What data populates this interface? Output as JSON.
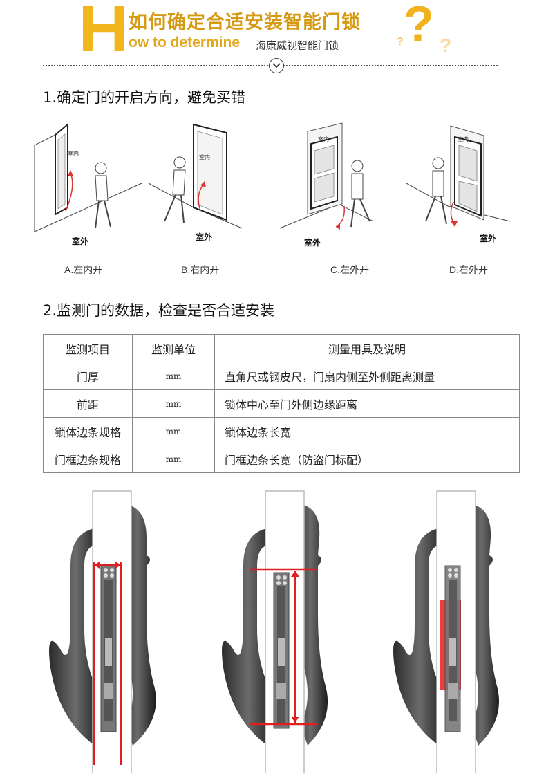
{
  "header": {
    "title_cn": "如何确定合适安装智能门锁",
    "title_letter": "H",
    "title_en": "ow to determine",
    "subtitle": "海康威视智能门锁"
  },
  "section1": {
    "heading": "1.确定门的开启方向，避免买错",
    "doors": [
      {
        "caption": "A.左内开",
        "inside": "室内",
        "outside": "室外"
      },
      {
        "caption": "B.右内开",
        "inside": "室内",
        "outside": "室外"
      },
      {
        "caption": "C.左外开",
        "inside": "室内",
        "outside": "室外"
      },
      {
        "caption": "D.右外开",
        "inside": "室内",
        "outside": "室外"
      }
    ]
  },
  "section2": {
    "heading": "2.监测门的数据，检查是否合适安装",
    "table": {
      "headers": [
        "监测项目",
        "监测单位",
        "测量用具及说明"
      ],
      "rows": [
        [
          "门厚",
          "mm",
          "直角尺或钢皮尺，门扇内侧至外侧距离测量"
        ],
        [
          "前距",
          "mm",
          "锁体中心至门外侧边缘距离"
        ],
        [
          "锁体边条规格",
          "mm",
          "锁体边条长宽"
        ],
        [
          "门框边条规格",
          "mm",
          "门框边条长宽（防盗门标配）"
        ]
      ]
    }
  },
  "colors": {
    "accent": "#f3b51c",
    "marker": "#e02020"
  }
}
